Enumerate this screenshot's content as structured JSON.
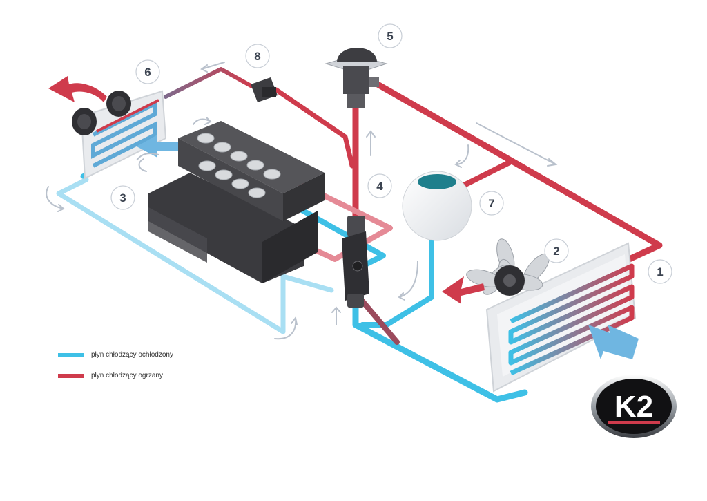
{
  "colors": {
    "cool": "#3ec0e6",
    "cool_light": "#a9dff3",
    "hot": "#cf3b4c",
    "hot_light": "#e58a96",
    "metal_dark": "#2f2f33",
    "metal_mid": "#4a4a4f",
    "radiator_frame": "#e9ebee",
    "arrow_gray": "#b9c1cc",
    "number_text": "#3b4350"
  },
  "legend": {
    "cool_label": "płyn chłodzący ochłodzony",
    "hot_label": "płyn chłodzący ogrzany"
  },
  "numbers": {
    "n1": "1",
    "n2": "2",
    "n3": "3",
    "n4": "4",
    "n5": "5",
    "n6": "6",
    "n7": "7",
    "n8": "8"
  },
  "logo": {
    "text": "K2"
  },
  "icons": {
    "fan": "fan-icon",
    "flow_arrow": "flow-arrow-icon",
    "air_arrow": "air-arrow-icon"
  }
}
